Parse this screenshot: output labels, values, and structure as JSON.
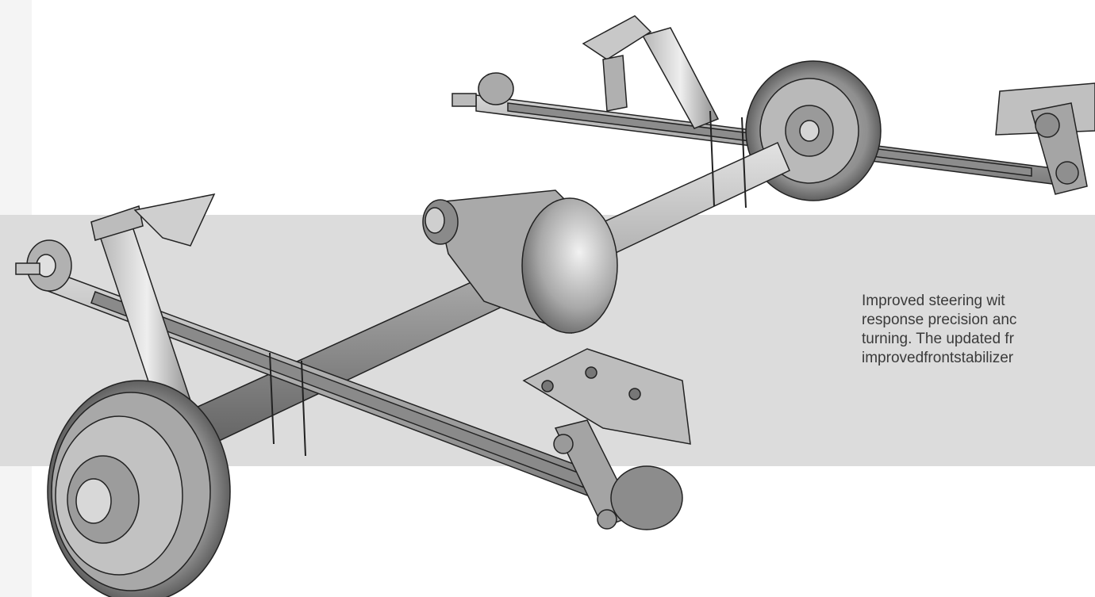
{
  "description": {
    "lines": [
      "Improved steering wit",
      "response precision anc",
      "turning. The updated fr",
      "improvedfrontstabilizer"
    ]
  },
  "colors": {
    "band": "#dcdcdc",
    "metal_light": "#cfcfcf",
    "metal_mid": "#9a9a9a",
    "metal_dark": "#555555",
    "outline": "#222222",
    "text": "#3a3a3a"
  },
  "illustration": {
    "subject": "rear-axle-leaf-spring-suspension-icon"
  }
}
